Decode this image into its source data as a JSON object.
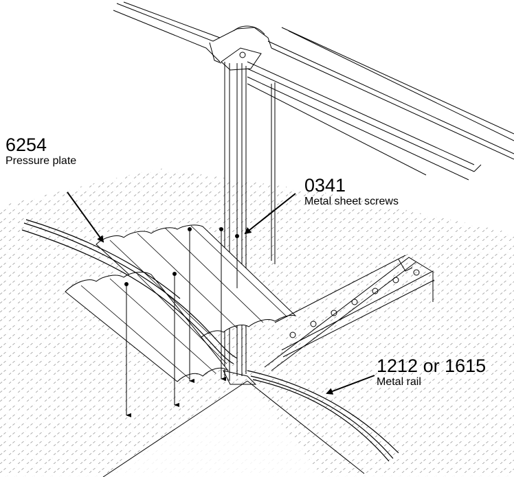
{
  "callouts": [
    {
      "code": "6254",
      "name": "Pressure plate"
    },
    {
      "code": "0341",
      "name": "Metal sheet screws"
    },
    {
      "code": "1212 or 1615",
      "name": "Metal rail"
    }
  ],
  "colors": {
    "ink": "#000000",
    "hatch": "#9a9a9a",
    "paper": "#ffffff"
  }
}
